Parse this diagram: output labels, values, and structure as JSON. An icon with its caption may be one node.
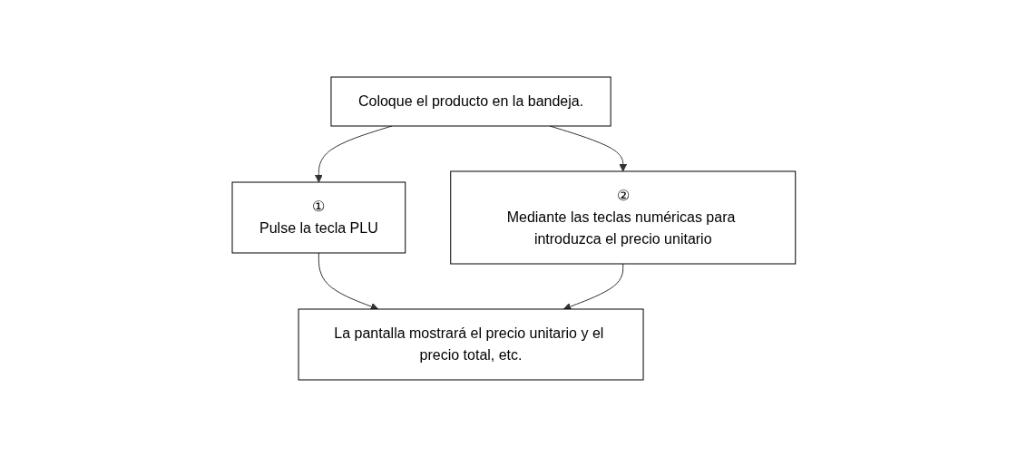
{
  "diagram": {
    "nodes": [
      {
        "text": [
          "Coloque el producto en la bandeja."
        ]
      },
      {
        "text": [
          "①",
          "Pulse la tecla PLU"
        ]
      },
      {
        "text": [
          "②",
          "Mediante las teclas numéricas para introduzca el precio unitario"
        ]
      },
      {
        "text": [
          "La pantalla mostrará el precio unitario y el precio total, etc."
        ]
      }
    ],
    "edges": [
      {
        "from": 0,
        "to": 1,
        "arrow": "to"
      },
      {
        "from": 0,
        "to": 2,
        "arrow": "to"
      },
      {
        "from": 1,
        "to": 3,
        "arrow": "to"
      },
      {
        "from": 2,
        "to": 3,
        "arrow": "to"
      }
    ]
  }
}
